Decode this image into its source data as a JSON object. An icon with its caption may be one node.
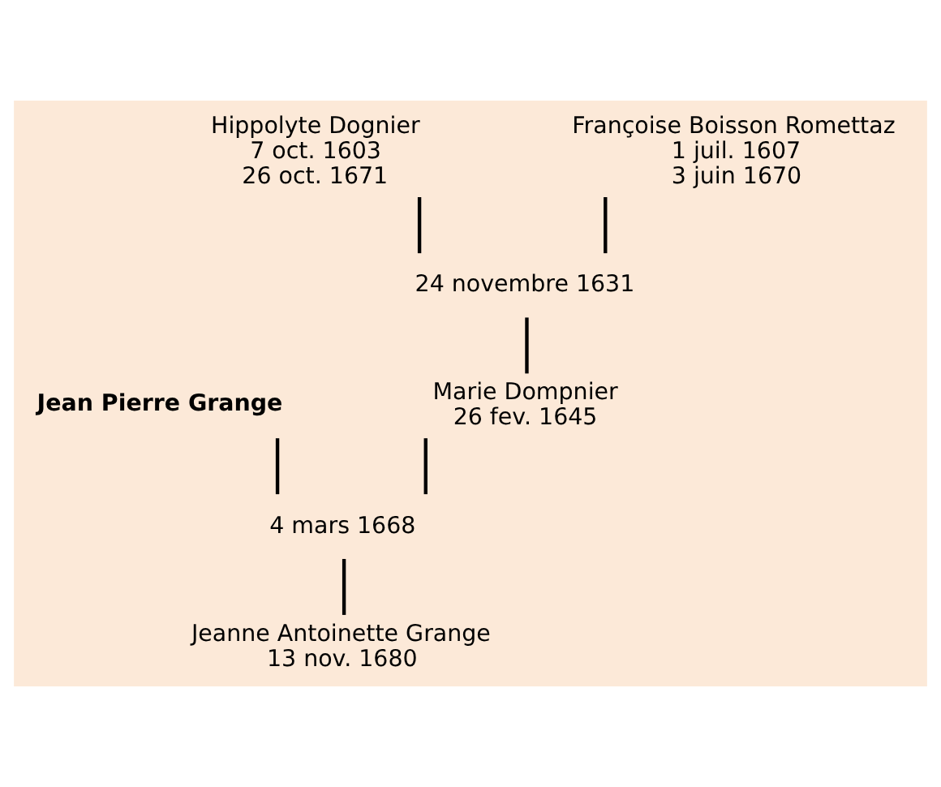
{
  "diagram": {
    "nodes": [
      {
        "text": [
          "Hippolyte Dognier",
          "7 oct. 1603",
          "26 oct. 1671"
        ]
      },
      {
        "text": [
          "Françoise Boisson Romettaz",
          "1 juil. 1607",
          "3 juin 1670"
        ]
      },
      {
        "text": [
          "24 novembre 1631"
        ]
      },
      {
        "text": [
          "Jean Pierre Grange"
        ]
      },
      {
        "text": [
          "Marie Dompnier",
          "26 fev. 1645"
        ]
      },
      {
        "text": [
          "4 mars 1668"
        ]
      },
      {
        "text": [
          "Jeanne Antoinette Grange",
          "13 nov. 1680"
        ]
      }
    ],
    "edges": [
      {
        "from": 0,
        "to": 2,
        "arrow": "none"
      },
      {
        "from": 1,
        "to": 2,
        "arrow": "none"
      },
      {
        "from": 2,
        "to": 4,
        "arrow": "none"
      },
      {
        "from": 3,
        "to": 5,
        "arrow": "none"
      },
      {
        "from": 4,
        "to": 5,
        "arrow": "none"
      },
      {
        "from": 5,
        "to": 6,
        "arrow": "none"
      }
    ]
  }
}
